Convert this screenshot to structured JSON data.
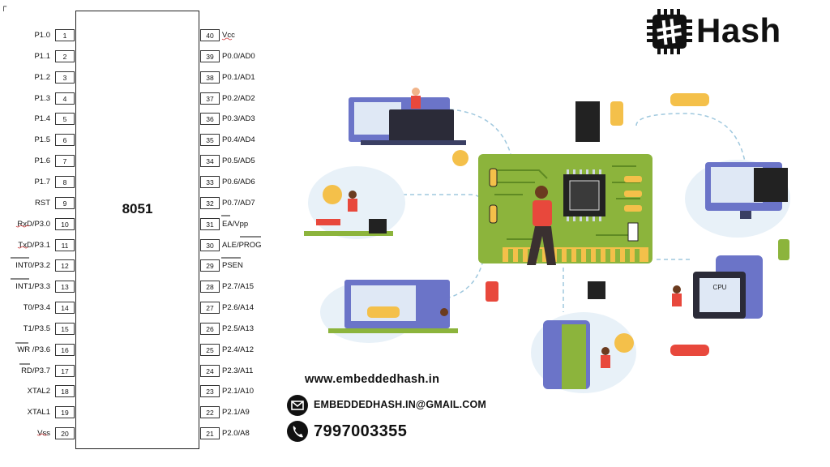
{
  "chip": {
    "name": "8051",
    "left_pins": [
      {
        "num": "1",
        "label": "P1.0"
      },
      {
        "num": "2",
        "label": "P1.1"
      },
      {
        "num": "3",
        "label": "P1.2"
      },
      {
        "num": "4",
        "label": "P1.3"
      },
      {
        "num": "5",
        "label": "P1.4"
      },
      {
        "num": "6",
        "label": "P1.5"
      },
      {
        "num": "7",
        "label": "P1.6"
      },
      {
        "num": "8",
        "label": "P1.7"
      },
      {
        "num": "9",
        "label": "RST"
      },
      {
        "num": "10",
        "label": "RxD/P3.0"
      },
      {
        "num": "11",
        "label": "TxD/P3.1"
      },
      {
        "num": "12",
        "label": "INT0/P3.2"
      },
      {
        "num": "13",
        "label": "INT1/P3.3"
      },
      {
        "num": "14",
        "label": "T0/P3.4"
      },
      {
        "num": "15",
        "label": "T1/P3.5"
      },
      {
        "num": "16",
        "label": "WR /P3.6"
      },
      {
        "num": "17",
        "label": "RD/P3.7"
      },
      {
        "num": "18",
        "label": "XTAL2"
      },
      {
        "num": "19",
        "label": "XTAL1"
      },
      {
        "num": "20",
        "label": "Vss"
      }
    ],
    "right_pins": [
      {
        "num": "40",
        "label": "Vcc"
      },
      {
        "num": "39",
        "label": "P0.0/AD0"
      },
      {
        "num": "38",
        "label": "P0.1/AD1"
      },
      {
        "num": "37",
        "label": "P0.2/AD2"
      },
      {
        "num": "36",
        "label": "P0.3/AD3"
      },
      {
        "num": "35",
        "label": "P0.4/AD4"
      },
      {
        "num": "34",
        "label": "P0.5/AD5"
      },
      {
        "num": "33",
        "label": "P0.6/AD6"
      },
      {
        "num": "32",
        "label": "P0.7/AD7"
      },
      {
        "num": "31",
        "label": "EA/Vpp"
      },
      {
        "num": "30",
        "label": "ALE/PROG"
      },
      {
        "num": "29",
        "label": "PSEN"
      },
      {
        "num": "28",
        "label": "P2.7/A15"
      },
      {
        "num": "27",
        "label": "P2.6/A14"
      },
      {
        "num": "26",
        "label": "P2.5/A13"
      },
      {
        "num": "25",
        "label": "P2.4/A12"
      },
      {
        "num": "24",
        "label": "P2.3/A11"
      },
      {
        "num": "23",
        "label": "P2.1/A10"
      },
      {
        "num": "22",
        "label": "P2.1/A9"
      },
      {
        "num": "21",
        "label": "P2.0/A8"
      }
    ]
  },
  "brand": {
    "name": "Hash",
    "logo_icon": "microchip-hash-icon"
  },
  "contact": {
    "website": "www.embeddedhash.in",
    "email": "EMBEDDEDHASH.IN@GMAIL.COM",
    "phone": "7997003355"
  },
  "illustration": {
    "center_label": "CPU",
    "colors": {
      "board": "#8cb43c",
      "board_dark": "#5f8a23",
      "accent_red": "#e8483c",
      "resistor": "#f4c04a",
      "line": "#9fc8de",
      "screen": "#6b74c8",
      "chip": "#222222"
    }
  }
}
